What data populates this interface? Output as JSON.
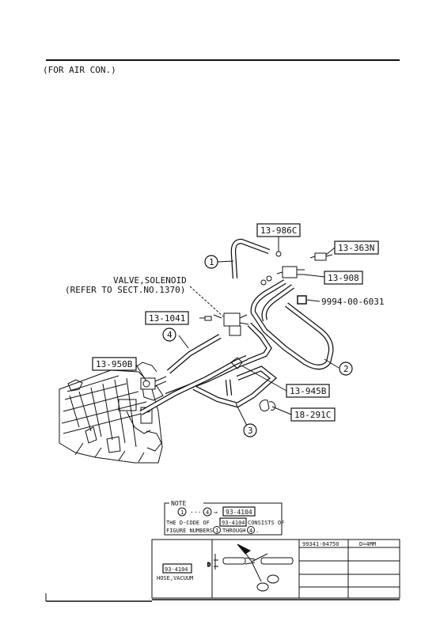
{
  "header": {
    "note": "(FOR AIR CON.)"
  },
  "parts": {
    "p_986c": "13-986C",
    "p_363n": "13-363N",
    "p_908": "13-908",
    "p_6031": "9994-00-6031",
    "p_1041": "13-1041",
    "p_950b": "13-950B",
    "p_945b": "13-945B",
    "p_291c": "18-291C"
  },
  "callouts": {
    "c1": "1",
    "c2": "2",
    "c3": "3",
    "c4": "4"
  },
  "valve_label": {
    "line1": "VALVE,SOLENOID",
    "line2": "(REFER TO SECT.NO.1370)"
  },
  "note": {
    "title": "NOTE",
    "range_a": "1",
    "range_dots": "···",
    "range_b": "4",
    "arrow": "⇒",
    "code": "93-4104",
    "line2_pre": "THE D-CODE OF",
    "line2_code": "93-4104",
    "line2_post": "CONSISTS OF",
    "line3_pre": "FIGURE NUMBERS",
    "line3_a": "1",
    "line3_mid": "THROUGH",
    "line3_b": "4",
    "line3_end": "."
  },
  "table": {
    "part_code": "93-4104",
    "part_name": "HOSE,VACUUM",
    "col_header_1": "99341-04750",
    "col_header_2": "D=4MM",
    "dim_label": "D"
  }
}
